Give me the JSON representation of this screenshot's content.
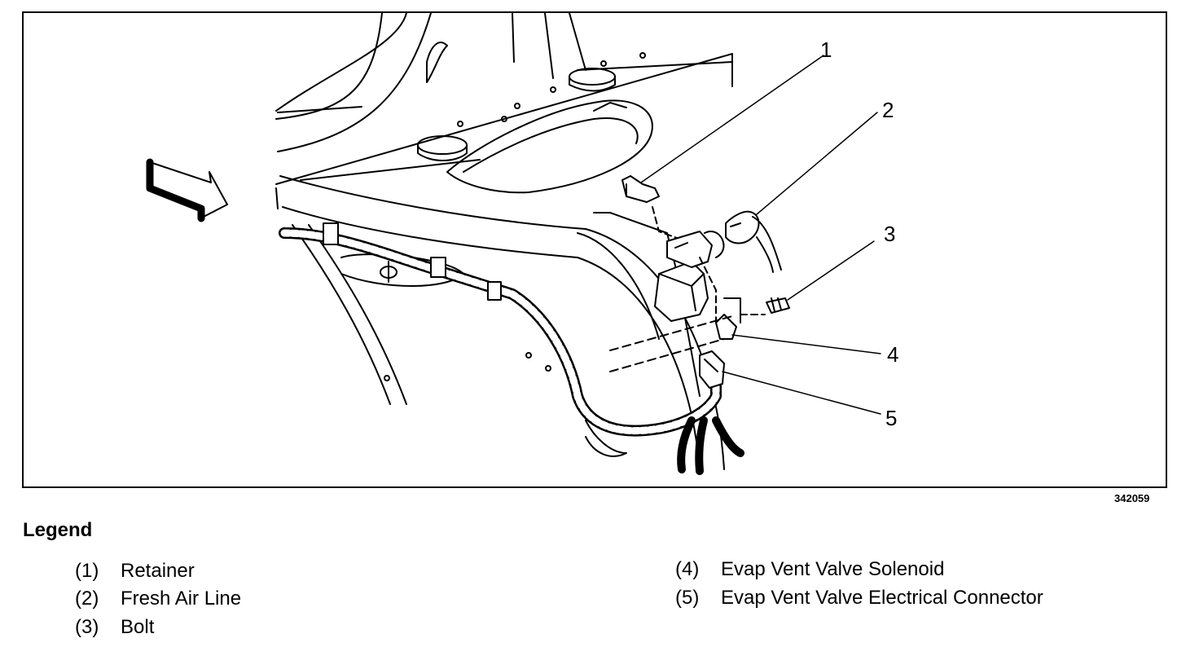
{
  "callouts": [
    "1",
    "2",
    "3",
    "4",
    "5"
  ],
  "figure_number": "342059",
  "legend": {
    "title": "Legend",
    "items": [
      {
        "num": "(1)",
        "label": "Retainer"
      },
      {
        "num": "(2)",
        "label": "Fresh Air Line"
      },
      {
        "num": "(3)",
        "label": "Bolt"
      },
      {
        "num": "(4)",
        "label": "Evap Vent Valve Solenoid"
      },
      {
        "num": "(5)",
        "label": "Evap Vent Valve Electrical Connector"
      }
    ]
  }
}
